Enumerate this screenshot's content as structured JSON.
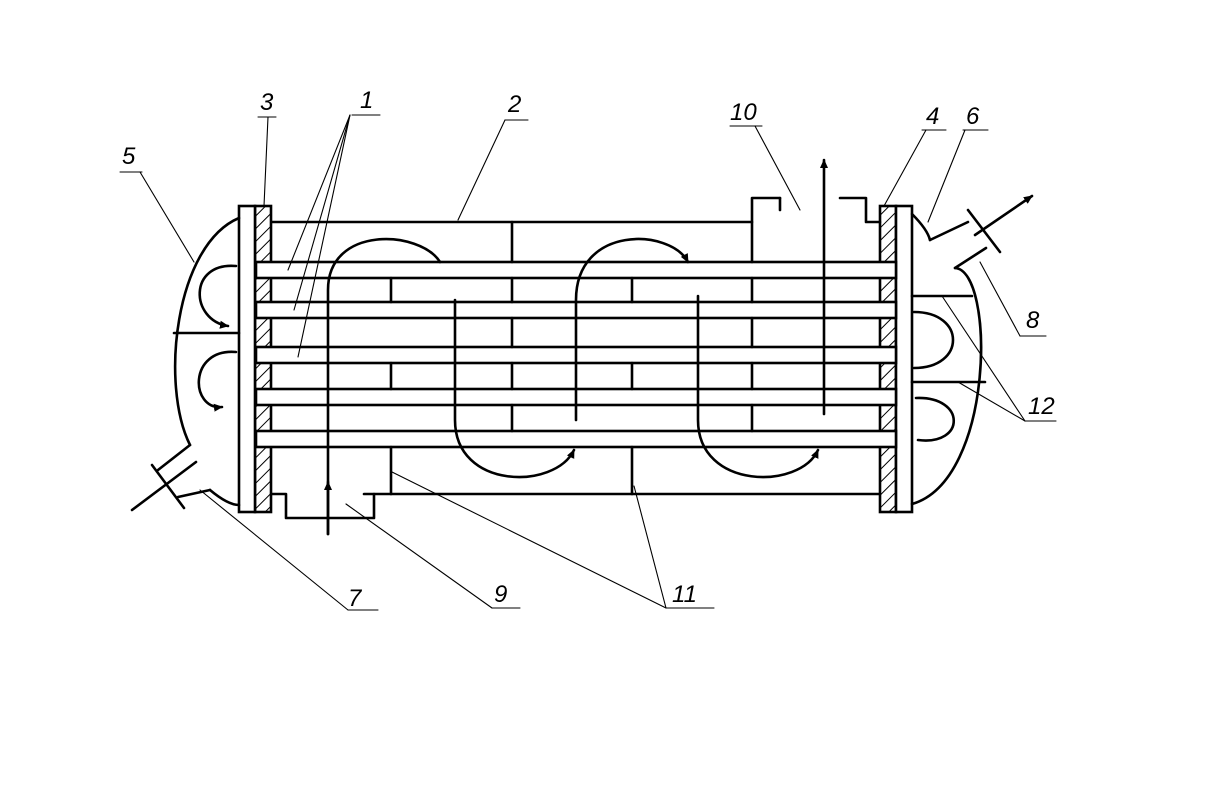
{
  "diagram": {
    "labels": [
      {
        "key": "tubes",
        "text": "1"
      },
      {
        "key": "shell",
        "text": "2"
      },
      {
        "key": "tube-sheet-left",
        "text": "3"
      },
      {
        "key": "tube-sheet-right",
        "text": "4"
      },
      {
        "key": "head-left",
        "text": "5"
      },
      {
        "key": "head-right",
        "text": "6"
      },
      {
        "key": "tube-inlet",
        "text": "7"
      },
      {
        "key": "tube-outlet",
        "text": "8"
      },
      {
        "key": "shell-inlet",
        "text": "9"
      },
      {
        "key": "shell-outlet",
        "text": "10"
      },
      {
        "key": "baffles",
        "text": "11"
      },
      {
        "key": "partitions",
        "text": "12"
      }
    ],
    "colors": {
      "stroke": "#000000",
      "background": "#ffffff"
    }
  }
}
